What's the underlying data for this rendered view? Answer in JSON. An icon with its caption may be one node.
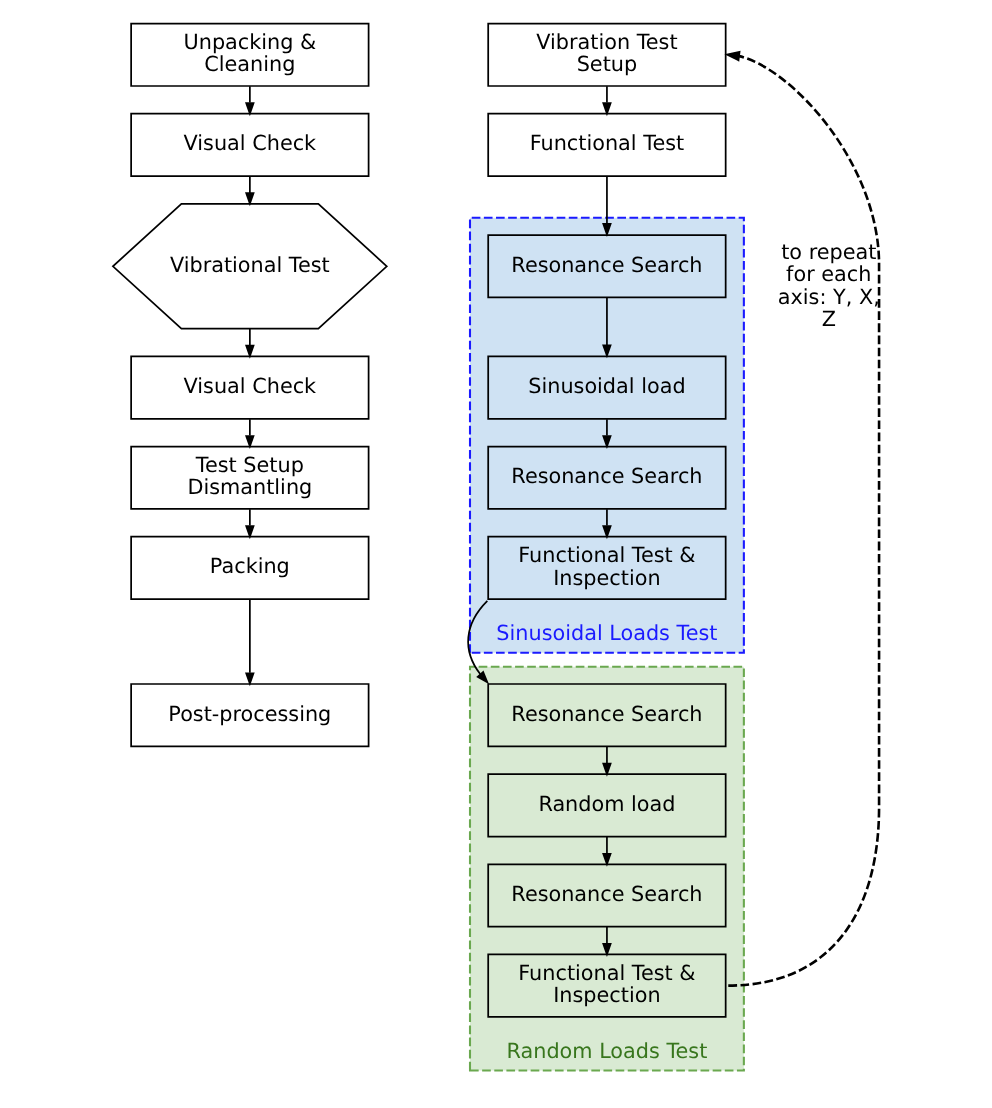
{
  "diagram": {
    "nodes": [
      {
        "text": [
          "Unpacking & Cleaning"
        ]
      },
      {
        "text": [
          "Visual Check"
        ]
      },
      {
        "text": [
          "Vibrational Test"
        ]
      },
      {
        "text": [
          "Visual Check"
        ]
      },
      {
        "text": [
          "Test Setup Dismantling"
        ]
      },
      {
        "text": [
          "Packing"
        ]
      },
      {
        "text": [
          "Post-processing"
        ]
      },
      {
        "text": [
          "Vibration Test Setup"
        ]
      },
      {
        "text": [
          "Functional Test"
        ]
      },
      {
        "text": [
          "Sinusoidal Loads Test"
        ]
      },
      {
        "text": [
          "Resonance Search"
        ],
        "in": 9
      },
      {
        "text": [
          "Sinusoidal load"
        ],
        "in": 9
      },
      {
        "text": [
          "Resonance Search"
        ],
        "in": 9
      },
      {
        "text": [
          "Functional Test & Inspection"
        ],
        "in": 9
      },
      {
        "text": [
          "Random Loads Test"
        ]
      },
      {
        "text": [
          "Resonance Search"
        ],
        "in": 14
      },
      {
        "text": [
          "Random load"
        ],
        "in": 14
      },
      {
        "text": [
          "Resonance Search"
        ],
        "in": 14
      },
      {
        "text": [
          "Functional Test & Inspection"
        ],
        "in": 14
      }
    ],
    "edges": [
      {
        "from": 0,
        "to": 1,
        "arrow": "to"
      },
      {
        "from": 1,
        "to": 2,
        "arrow": "to"
      },
      {
        "from": 2,
        "to": 3,
        "arrow": "to"
      },
      {
        "from": 3,
        "to": 4,
        "arrow": "to"
      },
      {
        "from": 4,
        "to": 5,
        "arrow": "to"
      },
      {
        "from": 5,
        "to": 6,
        "arrow": "to"
      },
      {
        "from": 7,
        "to": 8,
        "arrow": "to"
      },
      {
        "from": 8,
        "to": 10,
        "arrow": "to"
      },
      {
        "from": 10,
        "to": 11,
        "arrow": "to"
      },
      {
        "from": 11,
        "to": 12,
        "arrow": "to"
      },
      {
        "from": 12,
        "to": 13,
        "arrow": "to"
      },
      {
        "from": 13,
        "to": 15,
        "arrow": "to"
      },
      {
        "from": 15,
        "to": 16,
        "arrow": "to"
      },
      {
        "from": 16,
        "to": 17,
        "arrow": "to"
      },
      {
        "from": 17,
        "to": 18,
        "arrow": "to"
      },
      {
        "from": 18,
        "to": 7,
        "arrow": "to",
        "style": "dashed",
        "label": "to repeat for each axis: Y, X, Z"
      }
    ]
  }
}
